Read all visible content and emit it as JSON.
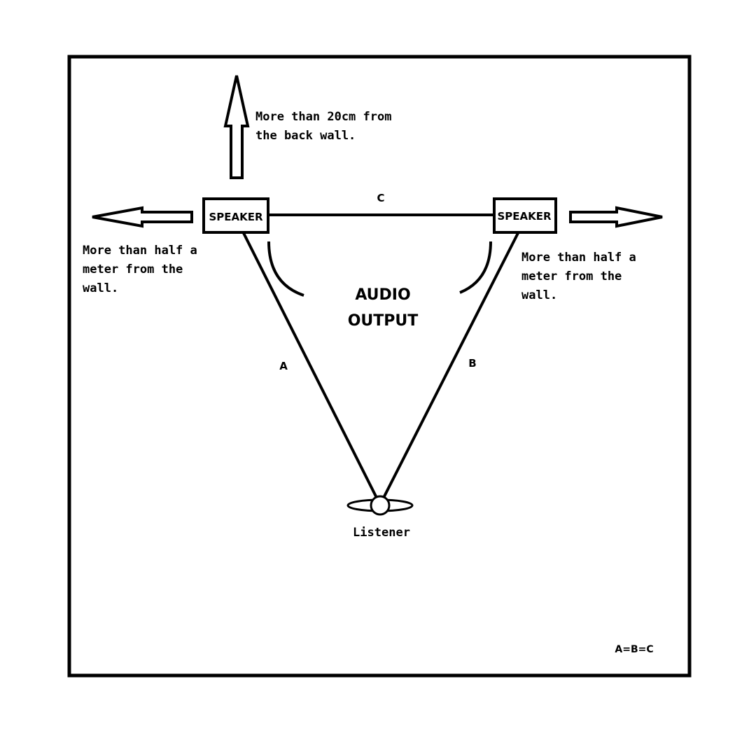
{
  "colors": {
    "ink": "#000000",
    "paper": "#ffffff"
  },
  "speakers": {
    "left_label": "SPEAKER",
    "right_label": "SPEAKER"
  },
  "center": {
    "line1": "AUDIO",
    "line2": "OUTPUT"
  },
  "edges": {
    "a": "A",
    "b": "B",
    "c": "C"
  },
  "notes": {
    "back_wall_line1": "More than 20cm from",
    "back_wall_line2": "the back wall.",
    "left_wall_line1": "More than half a",
    "left_wall_line2": "meter from the",
    "left_wall_line3": "wall.",
    "right_wall_line1": "More than half a",
    "right_wall_line2": "meter from the",
    "right_wall_line3": "wall."
  },
  "listener_label": "Listener",
  "equation": "A=B=C",
  "icons": {
    "arrow_up": "arrow-up-icon",
    "arrow_left": "arrow-left-icon",
    "arrow_right": "arrow-right-icon",
    "listener": "listener-icon"
  }
}
